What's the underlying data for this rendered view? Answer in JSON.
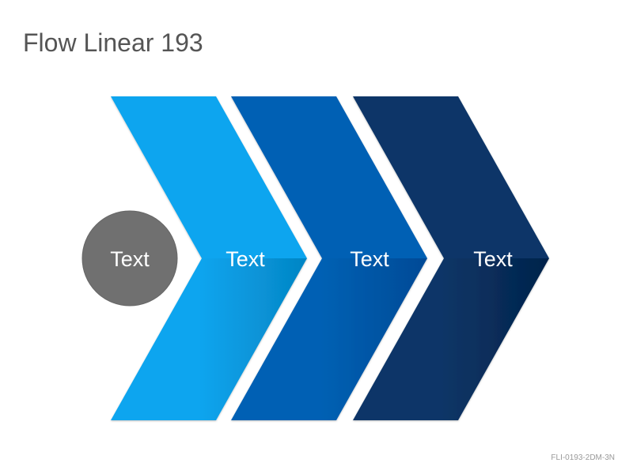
{
  "slide": {
    "title": "Flow Linear 193",
    "footer_code": "FLI-0193-2DM-3N"
  },
  "diagram": {
    "start_circle": {
      "label": "Text",
      "color": "#707070"
    },
    "chevrons": [
      {
        "label": "Text",
        "color_top": "#0aa5ef",
        "color_bottom_light": "#0aa5ef",
        "color_bottom_dark": "#0585c4"
      },
      {
        "label": "Text",
        "color_top": "#0461b4",
        "color_bottom_light": "#0461b4",
        "color_bottom_dark": "#034a96"
      },
      {
        "label": "Text",
        "color_top": "#0a3667",
        "color_bottom_light": "#0a3667",
        "color_bottom_dark": "#04234b"
      }
    ]
  }
}
